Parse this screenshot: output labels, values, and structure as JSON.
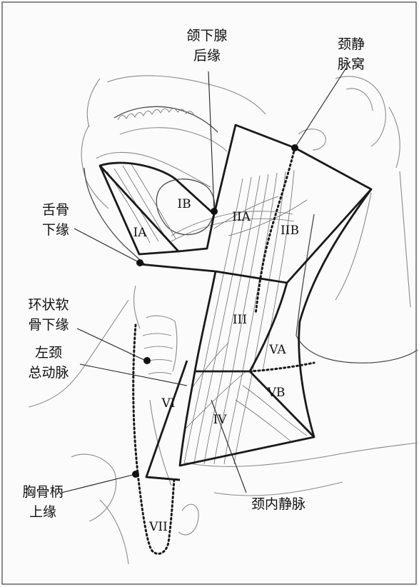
{
  "callouts": {
    "submandibular_posterior": [
      "颌下腺",
      "后缘"
    ],
    "jugular_fossa": [
      "颈静",
      "脉窝"
    ],
    "hyoid_lower": [
      "舌骨",
      "下缘"
    ],
    "cricoid_lower": [
      "环状软",
      "骨下缘"
    ],
    "left_carotid": [
      "左颈",
      "总动脉"
    ],
    "sternal_notch": [
      "胸骨柄",
      "上缘"
    ],
    "internal_jugular": "颈内静脉"
  },
  "zones": {
    "IA": "IA",
    "IB": "IB",
    "IIA": "IIA",
    "IIB": "IIB",
    "III": "III",
    "IV": "IV",
    "VA": "VA",
    "VB": "VB",
    "VI": "VI",
    "VII": "VII"
  }
}
